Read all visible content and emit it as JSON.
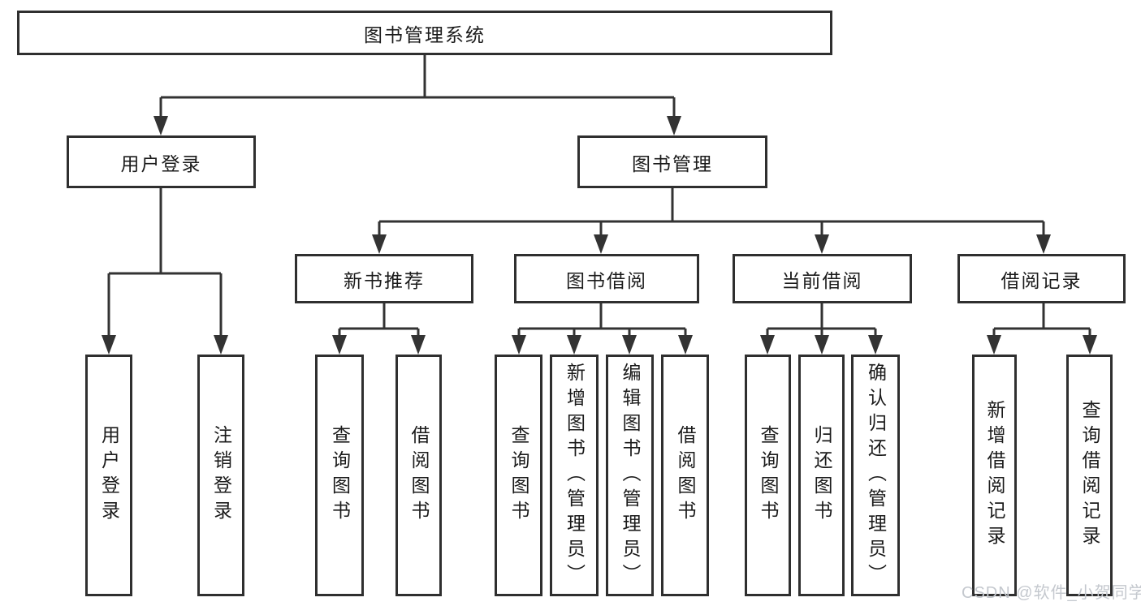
{
  "nodes": {
    "root": {
      "label": "图书管理系统"
    },
    "level2": [
      {
        "label": "用户登录"
      },
      {
        "label": "图书管理"
      }
    ],
    "level3": [
      {
        "label": "新书推荐"
      },
      {
        "label": "图书借阅"
      },
      {
        "label": "当前借阅"
      },
      {
        "label": "借阅记录"
      }
    ],
    "level4": [
      {
        "label": "用户登录"
      },
      {
        "label": "注销登录"
      },
      {
        "label": "查询图书"
      },
      {
        "label": "借阅图书"
      },
      {
        "label": "查询图书"
      },
      {
        "label": "新增图书（管理员）"
      },
      {
        "label": "编辑图书（管理员）"
      },
      {
        "label": "借阅图书"
      },
      {
        "label": "查询图书"
      },
      {
        "label": "归还图书"
      },
      {
        "label": "确认归还（管理员）"
      },
      {
        "label": "新增借阅记录"
      },
      {
        "label": "查询借阅记录"
      }
    ]
  },
  "watermark": {
    "text": "CSDN @软件_小贺同学"
  },
  "colors": {
    "line": "#333333",
    "border": "#2f2f2f",
    "text": "#1b1b1b",
    "watermark": "#c4c8ce",
    "background": "#ffffff"
  }
}
